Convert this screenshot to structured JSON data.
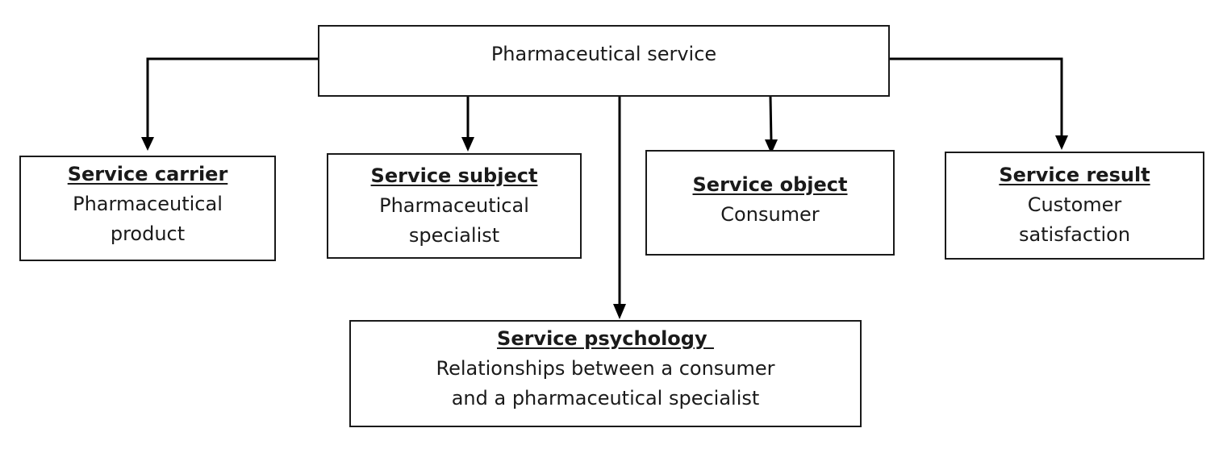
{
  "diagram": {
    "root": {
      "label": "Pharmaceutical service"
    },
    "nodes": [
      {
        "id": "carrier",
        "heading": "Service carrier",
        "description": "Pharmaceutical\nproduct"
      },
      {
        "id": "subject",
        "heading": "Service subject",
        "description": "Pharmaceutical\nspecialist"
      },
      {
        "id": "object",
        "heading": "Service object",
        "description": "Consumer"
      },
      {
        "id": "result",
        "heading": "Service result",
        "description": "Customer\nsatisfaction"
      },
      {
        "id": "psychology",
        "heading": "Service psychology ",
        "description": "Relationships between a consumer\nand a pharmaceutical specialist"
      }
    ],
    "edges": [
      {
        "from": "root",
        "to": "carrier"
      },
      {
        "from": "root",
        "to": "subject"
      },
      {
        "from": "root",
        "to": "psychology"
      },
      {
        "from": "root",
        "to": "object"
      },
      {
        "from": "root",
        "to": "result"
      }
    ],
    "colors": {
      "line": "#000000",
      "border": "#1a1a1a",
      "text": "#1a1a1a",
      "background": "#ffffff"
    }
  }
}
